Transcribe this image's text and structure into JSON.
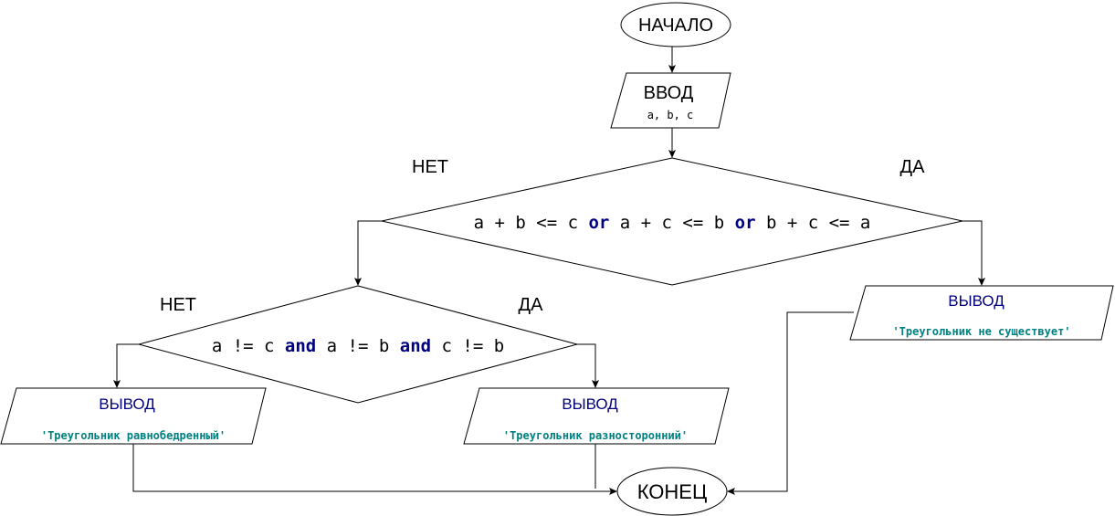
{
  "colors": {
    "stroke": "#000000",
    "fill": "#ffffff",
    "keyword": "#000080",
    "string": "#008080",
    "output_label": "#000080"
  },
  "start": {
    "label": "НАЧАЛО"
  },
  "input": {
    "title": "ВВОД",
    "vars": "a, b, c"
  },
  "decision1": {
    "parts": [
      "a + b <= c ",
      "or",
      " a + c <= b ",
      "or",
      " b + c <= a"
    ],
    "no_label": "НЕТ",
    "yes_label": "ДА"
  },
  "decision2": {
    "parts": [
      "a != c ",
      "and",
      " a != b ",
      "and",
      " c != b"
    ],
    "no_label": "НЕТ",
    "yes_label": "ДА"
  },
  "output_not_exists": {
    "title": "ВЫВОД",
    "text": "'Треугольник не существует'"
  },
  "output_isosceles": {
    "title": "ВЫВОД",
    "text": "'Треугольник равнобедренный'"
  },
  "output_scalene": {
    "title": "ВЫВОД",
    "text": "'Треугольник разносторонний'"
  },
  "end": {
    "label": "КОНЕЦ"
  }
}
